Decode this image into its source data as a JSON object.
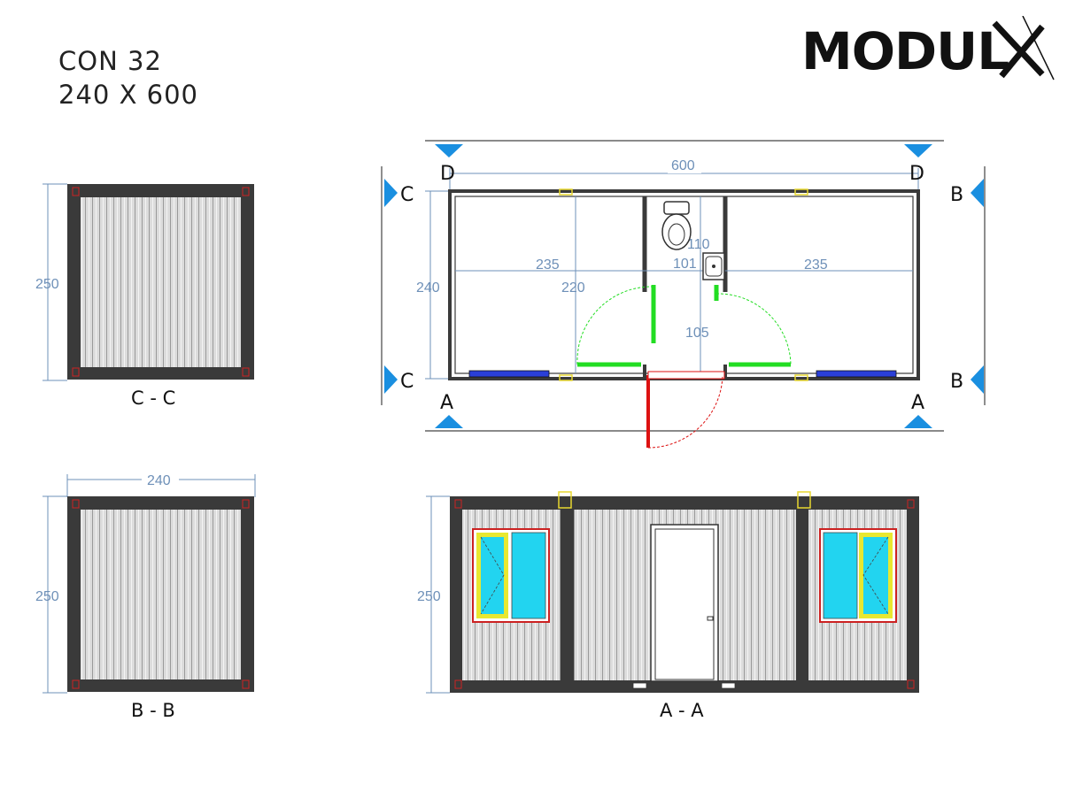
{
  "header": {
    "model": "CON 32",
    "size": "240 X 600",
    "brand": "MODULX"
  },
  "views": {
    "cc": {
      "caption": "C - C",
      "height_dim": "250"
    },
    "bb": {
      "caption": "B - B",
      "height_dim": "250",
      "width_dim": "240"
    },
    "aa": {
      "caption": "A - A",
      "height_dim": "250"
    }
  },
  "plan": {
    "length_dim": "600",
    "width_dim": "240",
    "room_left_dim": "235",
    "room_right_dim": "235",
    "wc_height_dim": "220",
    "wc_width_dim": "110",
    "wc_inner_dim": "101",
    "door_dim": "105",
    "markers": {
      "a_left": "A",
      "a_right": "A",
      "b_top": "B",
      "b_bottom": "B",
      "c_top": "C",
      "c_bottom": "C",
      "d_left": "D",
      "d_right": "D"
    }
  },
  "colors": {
    "frame": "#3a3a3a",
    "dimension": "#6e90b8",
    "marker": "#1a8fe0",
    "door_interior": "#22dd22",
    "door_entrance": "#dd1111",
    "window_frame_outer": "#cc2222",
    "window_frame_inner": "#e8e830",
    "glass": "#22d4f0"
  }
}
